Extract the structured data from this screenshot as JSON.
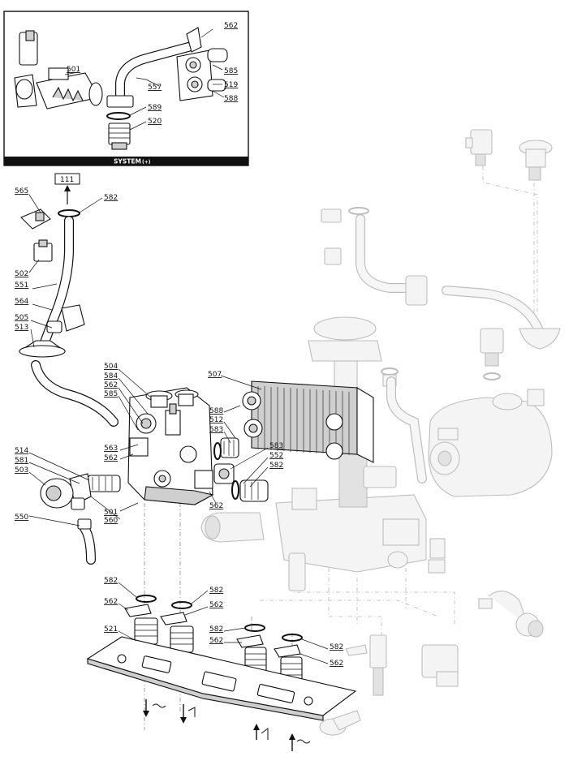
{
  "inset": {
    "title": "SYSTEM",
    "title_suffix": "(+)",
    "callouts": [
      "501",
      "562",
      "557",
      "585",
      "519",
      "588",
      "589",
      "520"
    ]
  },
  "reference_box": "111",
  "callouts": {
    "left_column": [
      "565",
      "582",
      "502",
      "551",
      "564",
      "505",
      "513",
      "504",
      "584",
      "562",
      "585",
      "563",
      "562",
      "514",
      "581",
      "503",
      "560",
      "501",
      "550"
    ],
    "center": [
      "507",
      "588",
      "512",
      "583",
      "583",
      "552",
      "582",
      "562"
    ],
    "lower": [
      "582",
      "562",
      "582",
      "562",
      "521",
      "582",
      "562",
      "582",
      "562"
    ]
  }
}
